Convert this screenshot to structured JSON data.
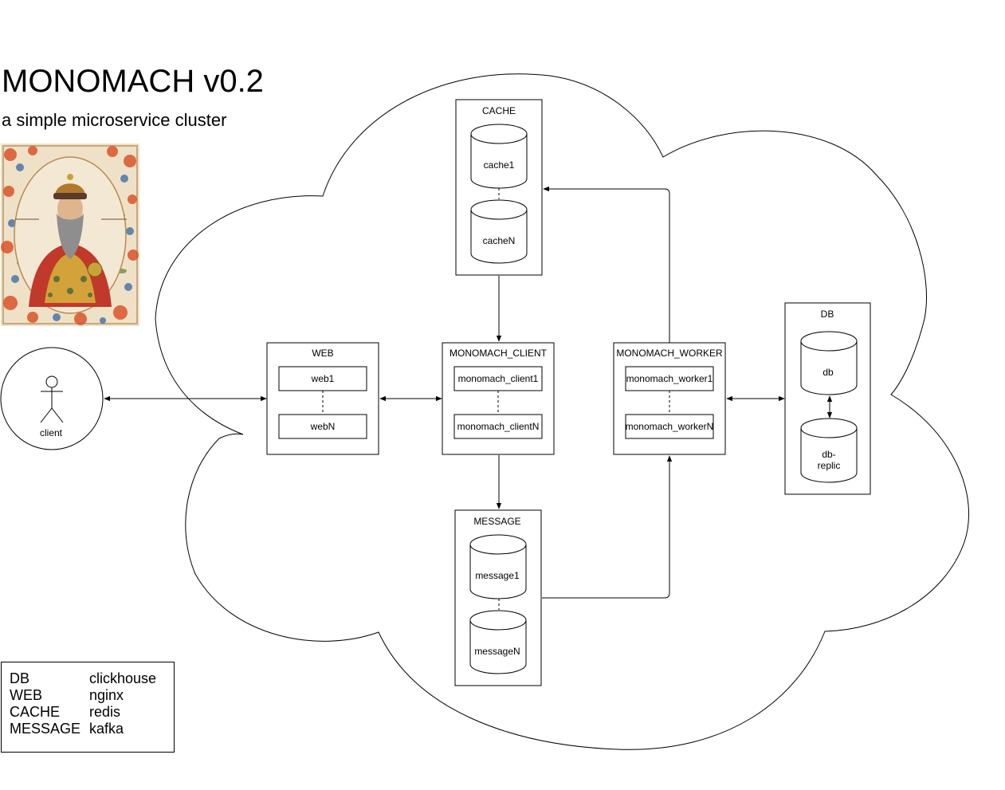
{
  "header": {
    "title": "MONOMACH v0.2",
    "subtitle": "a simple microservice cluster"
  },
  "client": {
    "label": "client"
  },
  "groups": {
    "web": {
      "label": "WEB",
      "nodes": [
        "web1",
        "webN"
      ]
    },
    "monomach_client": {
      "label": "MONOMACH_CLIENT",
      "nodes": [
        "monomach_client1",
        "monomach_clientN"
      ]
    },
    "monomach_worker": {
      "label": "MONOMACH_WORKER",
      "nodes": [
        "monomach_worker1",
        "monomach_workerN"
      ]
    },
    "cache": {
      "label": "CACHE",
      "nodes": [
        "cache1",
        "cacheN"
      ]
    },
    "message": {
      "label": "MESSAGE",
      "nodes": [
        "message1",
        "messageN"
      ]
    },
    "db": {
      "label": "DB",
      "nodes": [
        "db",
        "db-",
        "replic"
      ]
    }
  },
  "legend": {
    "rows": [
      {
        "key": "DB",
        "value": "clickhouse"
      },
      {
        "key": "WEB",
        "value": "nginx"
      },
      {
        "key": "CACHE",
        "value": "redis"
      },
      {
        "key": "MESSAGE",
        "value": "kafka"
      }
    ]
  }
}
